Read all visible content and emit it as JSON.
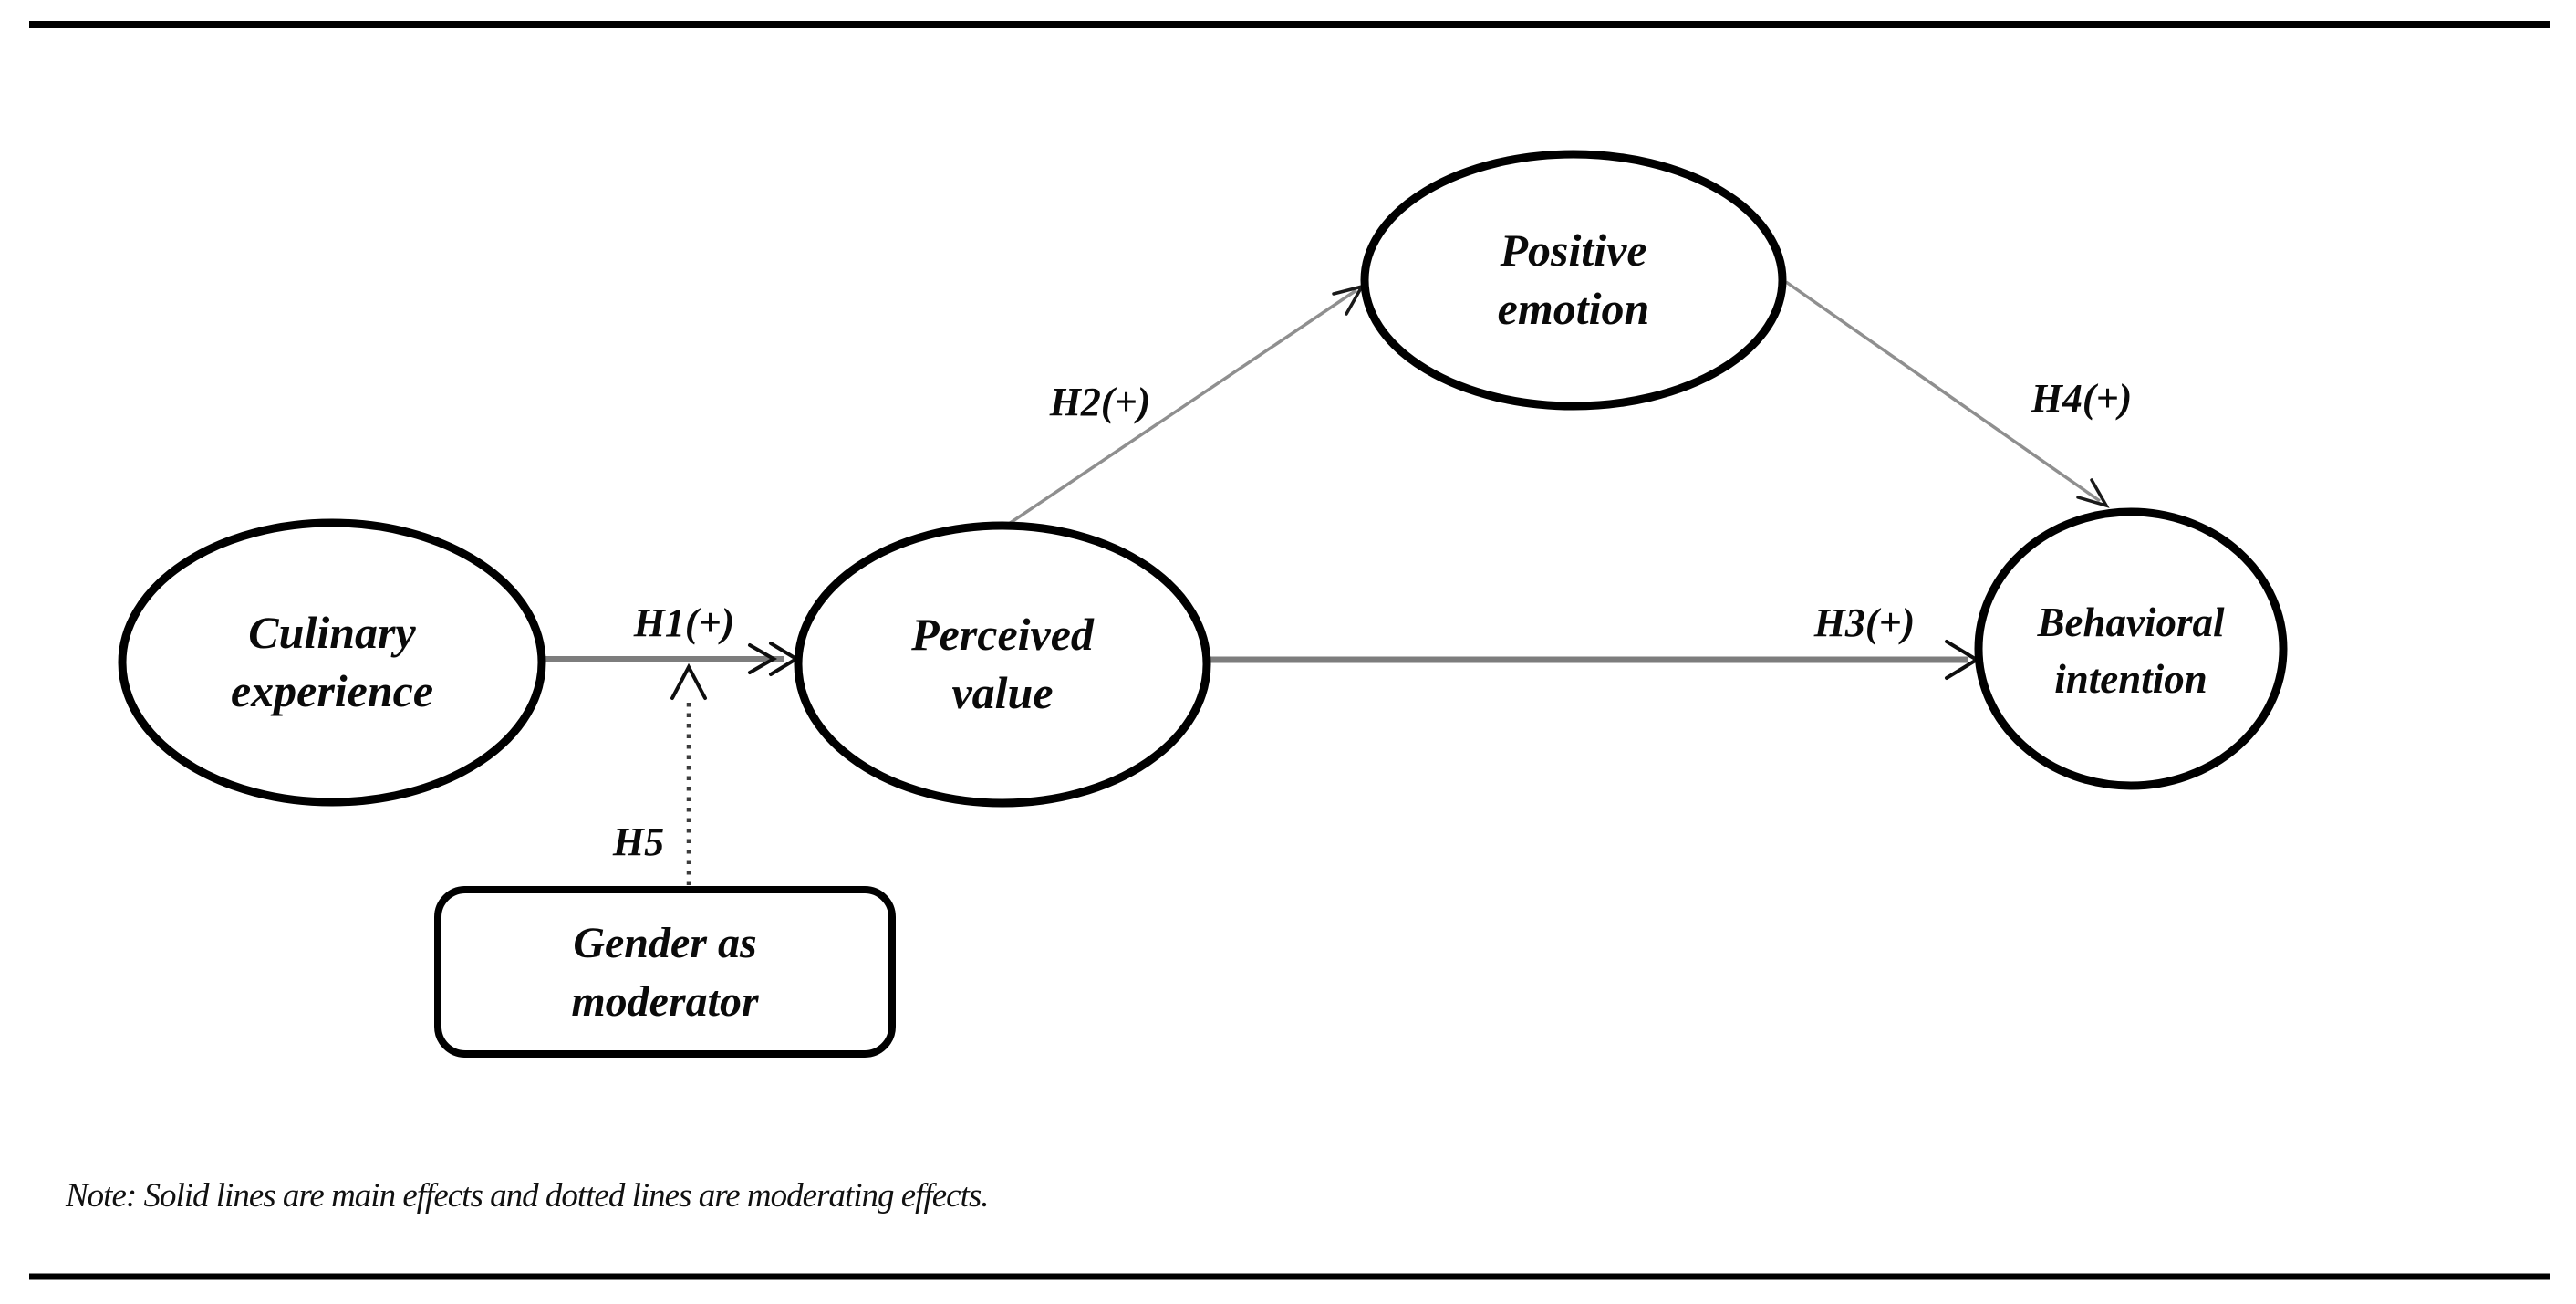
{
  "figure": {
    "background": "#ffffff",
    "description": "Research model path diagram"
  },
  "nodes": {
    "culinary": {
      "line1": "Culinary",
      "line2": "experience"
    },
    "perceived": {
      "line1": "Perceived",
      "line2": "value"
    },
    "positive": {
      "line1": "Positive",
      "line2": "emotion"
    },
    "behavioral": {
      "line1": "Behavioral",
      "line2": "intention"
    },
    "moderator": {
      "line1": "Gender as",
      "line2": "moderator"
    }
  },
  "arrows": {
    "h1": {
      "label": "H1(+)",
      "type": "solid",
      "from": "Culinary experience",
      "to": "Perceived value"
    },
    "h2": {
      "label": "H2(+)",
      "type": "solid",
      "from": "Perceived value",
      "to": "Positive emotion"
    },
    "h3": {
      "label": "H3(+)",
      "type": "solid",
      "from": "Perceived value",
      "to": "Behavioral intention"
    },
    "h4": {
      "label": "H4(+)",
      "type": "solid",
      "from": "Positive emotion",
      "to": "Behavioral intention"
    },
    "h5": {
      "label": "H5",
      "type": "dotted",
      "from": "Gender as moderator",
      "to": "H1 path"
    }
  },
  "note": "Note: Solid lines are main effects and dotted lines are moderating effects.",
  "colors": {
    "solid_arrow_gray": "#7d7d7d",
    "thin_arrow_gray": "#8f8f8f",
    "node_stroke": "#000000",
    "dotted_arrow": "#3c3c3c"
  }
}
